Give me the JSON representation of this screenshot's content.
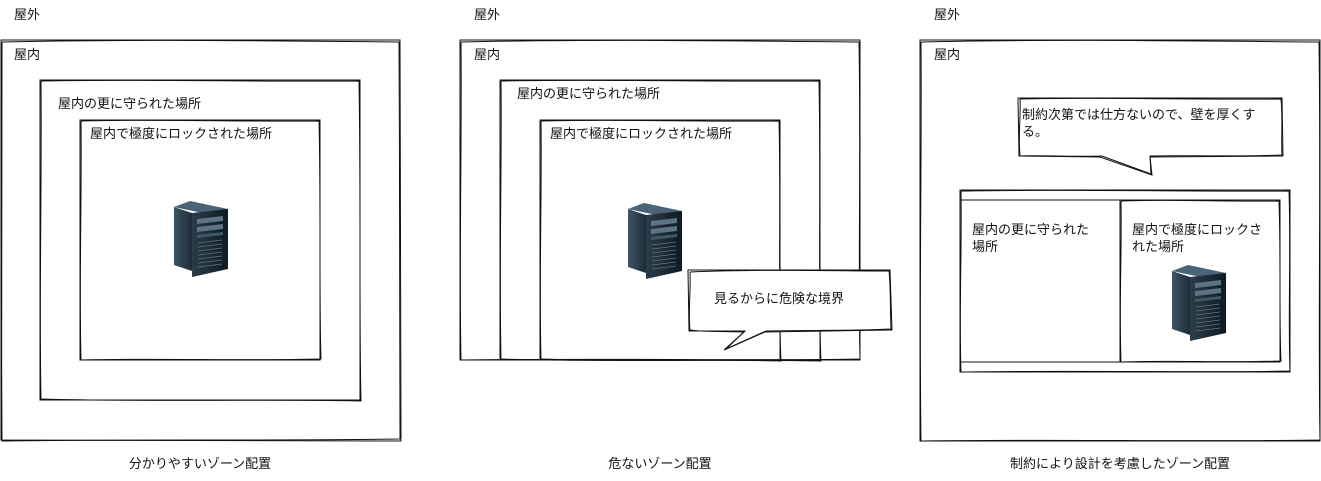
{
  "panel1": {
    "outdoor": "屋外",
    "indoor": "屋内",
    "more_protected": "屋内の更に守られた場所",
    "locked": "屋内で極度にロックされた場所",
    "server_icon": "server-tower-icon",
    "caption": "分かりやすいゾーン配置"
  },
  "panel2": {
    "outdoor": "屋外",
    "indoor": "屋内",
    "more_protected": "屋内の更に守られた場所",
    "locked": "屋内で極度にロックされた場所",
    "server_icon": "server-tower-icon",
    "callout": "見るからに危険な境界",
    "caption": "危ないゾーン配置"
  },
  "panel3": {
    "outdoor": "屋外",
    "indoor": "屋内",
    "callout": "制約次第では仕方ないので、壁を厚くする。",
    "more_protected": "屋内の更に守られた場所",
    "locked": "屋内で極度にロックされた場所",
    "server_icon": "server-tower-icon",
    "caption": "制約により設計を考慮したゾーン配置"
  }
}
